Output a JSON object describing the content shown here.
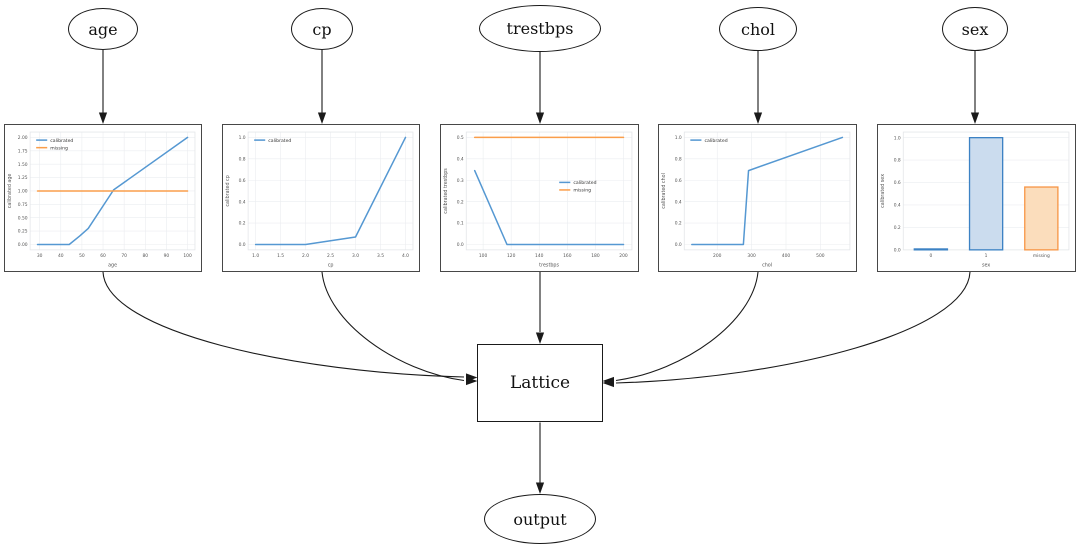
{
  "diagram": {
    "input_nodes": [
      "age",
      "cp",
      "trestbps",
      "chol",
      "sex"
    ],
    "lattice_label": "Lattice",
    "output_label": "output"
  },
  "colors": {
    "calibrated_line": "#5598d2",
    "missing_line": "#fa9e4b",
    "bar_blue_fill": "#cbdcee",
    "bar_blue_stroke": "#3c82c4",
    "bar_orange_fill": "#fbddbc",
    "bar_orange_stroke": "#f79646",
    "edge": "#1a1a1a",
    "grid": "#ebedf0",
    "plot_border": "#e4e6e9",
    "tick_text": "#555555"
  },
  "chart_data": [
    {
      "id": "age",
      "type": "line",
      "xlabel": "age",
      "ylabel": "calibrated age",
      "xlim": [
        25.5,
        103.5
      ],
      "ylim": [
        -0.1,
        2.1
      ],
      "xticks": [
        30,
        40,
        50,
        60,
        70,
        80,
        90,
        100
      ],
      "xtick_labels": [
        "30",
        "40",
        "50",
        "60",
        "70",
        "80",
        "90",
        "100"
      ],
      "yticks": [
        0,
        0.25,
        0.5,
        0.75,
        1.0,
        1.25,
        1.5,
        1.75,
        2.0
      ],
      "ytick_labels": [
        "0.00",
        "0.25",
        "0.50",
        "0.75",
        "1.00",
        "1.25",
        "1.50",
        "1.75",
        "2.00"
      ],
      "legend": {
        "position": "top-left",
        "entries": [
          "calibrated",
          "missing"
        ]
      },
      "series": [
        {
          "name": "calibrated",
          "color_key": "calibrated_line",
          "points": [
            [
              29,
              0
            ],
            [
              44,
              0
            ],
            [
              49,
              0.16
            ],
            [
              53,
              0.3
            ],
            [
              65,
              1.02
            ],
            [
              100,
              2.0
            ]
          ]
        },
        {
          "name": "missing",
          "color_key": "missing_line",
          "points": [
            [
              29,
              1.0
            ],
            [
              100,
              1.0
            ]
          ]
        }
      ]
    },
    {
      "id": "cp",
      "type": "line",
      "xlabel": "cp",
      "ylabel": "calibrated cp",
      "xlim": [
        0.85,
        4.15
      ],
      "ylim": [
        -0.05,
        1.05
      ],
      "xticks": [
        1.0,
        1.5,
        2.0,
        2.5,
        3.0,
        3.5,
        4.0
      ],
      "xtick_labels": [
        "1.0",
        "1.5",
        "2.0",
        "2.5",
        "3.0",
        "3.5",
        "4.0"
      ],
      "yticks": [
        0,
        0.2,
        0.4,
        0.6,
        0.8,
        1.0
      ],
      "ytick_labels": [
        "0.0",
        "0.2",
        "0.4",
        "0.6",
        "0.8",
        "1.0"
      ],
      "legend": {
        "position": "top-left",
        "entries": [
          "calibrated"
        ]
      },
      "series": [
        {
          "name": "calibrated",
          "color_key": "calibrated_line",
          "points": [
            [
              1,
              0
            ],
            [
              2,
              0
            ],
            [
              3,
              0.07
            ],
            [
              4,
              1.0
            ]
          ]
        }
      ]
    },
    {
      "id": "trestbps",
      "type": "line",
      "xlabel": "trestbps",
      "ylabel": "calibrated trestbps",
      "xlim": [
        88,
        206
      ],
      "ylim": [
        -0.025,
        0.525
      ],
      "xticks": [
        100,
        120,
        140,
        160,
        180,
        200
      ],
      "xtick_labels": [
        "100",
        "120",
        "140",
        "160",
        "180",
        "200"
      ],
      "yticks": [
        0,
        0.1,
        0.2,
        0.3,
        0.4,
        0.5
      ],
      "ytick_labels": [
        "0.0",
        "0.1",
        "0.2",
        "0.3",
        "0.4",
        "0.5"
      ],
      "legend": {
        "position": "mid-right",
        "entries": [
          "calibrated",
          "missing"
        ]
      },
      "series": [
        {
          "name": "calibrated",
          "color_key": "calibrated_line",
          "points": [
            [
              94,
              0.345
            ],
            [
              117,
              0
            ],
            [
              200,
              0
            ]
          ]
        },
        {
          "name": "missing",
          "color_key": "missing_line",
          "points": [
            [
              94,
              0.5
            ],
            [
              200,
              0.5
            ]
          ]
        }
      ]
    },
    {
      "id": "chol",
      "type": "line",
      "xlabel": "chol",
      "ylabel": "calibrated chol",
      "xlim": [
        104,
        586
      ],
      "ylim": [
        -0.05,
        1.05
      ],
      "xticks": [
        200,
        300,
        400,
        500
      ],
      "xtick_labels": [
        "200",
        "300",
        "400",
        "500"
      ],
      "yticks": [
        0,
        0.2,
        0.4,
        0.6,
        0.8,
        1.0
      ],
      "ytick_labels": [
        "0.0",
        "0.2",
        "0.4",
        "0.6",
        "0.8",
        "1.0"
      ],
      "legend": {
        "position": "top-left",
        "entries": [
          "calibrated"
        ]
      },
      "series": [
        {
          "name": "calibrated",
          "color_key": "calibrated_line",
          "points": [
            [
              126,
              0
            ],
            [
              276,
              0
            ],
            [
              291,
              0.69
            ],
            [
              564,
              1.0
            ]
          ]
        }
      ]
    },
    {
      "id": "sex",
      "type": "bar",
      "xlabel": "sex",
      "ylabel": "calibrated sex",
      "categories": [
        "0",
        "1",
        "missing"
      ],
      "values": [
        0.005,
        1.0,
        0.56
      ],
      "bar_styles": [
        {
          "fill": "bar_blue_fill",
          "stroke": "bar_blue_stroke"
        },
        {
          "fill": "bar_blue_fill",
          "stroke": "bar_blue_stroke"
        },
        {
          "fill": "bar_orange_fill",
          "stroke": "bar_orange_stroke"
        }
      ],
      "ylim": [
        0,
        1.05
      ],
      "yticks": [
        0,
        0.2,
        0.4,
        0.6,
        0.8,
        1.0
      ],
      "ytick_labels": [
        "0.0",
        "0.2",
        "0.4",
        "0.6",
        "0.8",
        "1.0"
      ]
    }
  ]
}
